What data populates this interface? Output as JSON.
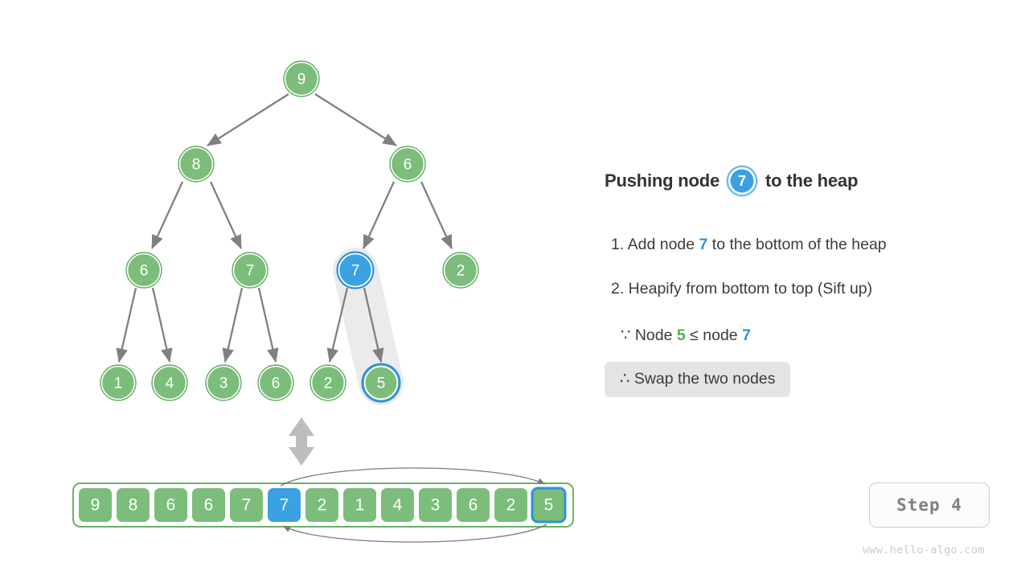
{
  "colors": {
    "green_fill": "#7cbd7c",
    "green_stroke": "#6bb06b",
    "blue_fill": "#3ba1e3",
    "blue_stroke": "#2b93e0",
    "edge": "#808080",
    "highlight_band": "#ebebeb",
    "badge_gray": "#e4e4e4",
    "text_dark": "#3c3c3c",
    "watermark": "#cbcbcb"
  },
  "panel": {
    "title_pre": "Pushing node",
    "title_badge_value": "7",
    "title_post": "to the heap",
    "step1_prefix": "1. Add node ",
    "step1_value": "7",
    "step1_suffix": " to the bottom of the heap",
    "step2": "2. Heapify from bottom to top (Sift up)",
    "reason_prefix": "∵ Node ",
    "reason_left_value": "5",
    "reason_mid": " ≤ node ",
    "reason_right_value": "7",
    "conclusion": "∴ Swap the two nodes"
  },
  "step_badge": "Step 4",
  "watermark": "www.hello-algo.com",
  "chart_data": {
    "type": "diagram",
    "title": "Pushing node 7 to the heap",
    "structure": "binary-max-heap",
    "tree": {
      "levels": [
        [
          {
            "value": "9",
            "state": "normal"
          }
        ],
        [
          {
            "value": "8",
            "state": "normal"
          },
          {
            "value": "6",
            "state": "normal"
          }
        ],
        [
          {
            "value": "6",
            "state": "normal"
          },
          {
            "value": "7",
            "state": "normal"
          },
          {
            "value": "7",
            "state": "active-blue"
          },
          {
            "value": "2",
            "state": "normal"
          }
        ],
        [
          {
            "value": "1",
            "state": "normal"
          },
          {
            "value": "4",
            "state": "normal"
          },
          {
            "value": "3",
            "state": "normal"
          },
          {
            "value": "6",
            "state": "normal"
          },
          {
            "value": "2",
            "state": "normal"
          },
          {
            "value": "5",
            "state": "outlined-blue"
          }
        ]
      ],
      "highlighted_path": [
        "7",
        "5"
      ]
    },
    "array": {
      "values": [
        "9",
        "8",
        "6",
        "6",
        "7",
        "7",
        "2",
        "1",
        "4",
        "3",
        "6",
        "2",
        "5"
      ],
      "states": [
        "normal",
        "normal",
        "normal",
        "normal",
        "normal",
        "active-blue",
        "normal",
        "normal",
        "normal",
        "normal",
        "normal",
        "normal",
        "outlined-blue"
      ],
      "swap_indices": [
        5,
        12
      ]
    }
  }
}
